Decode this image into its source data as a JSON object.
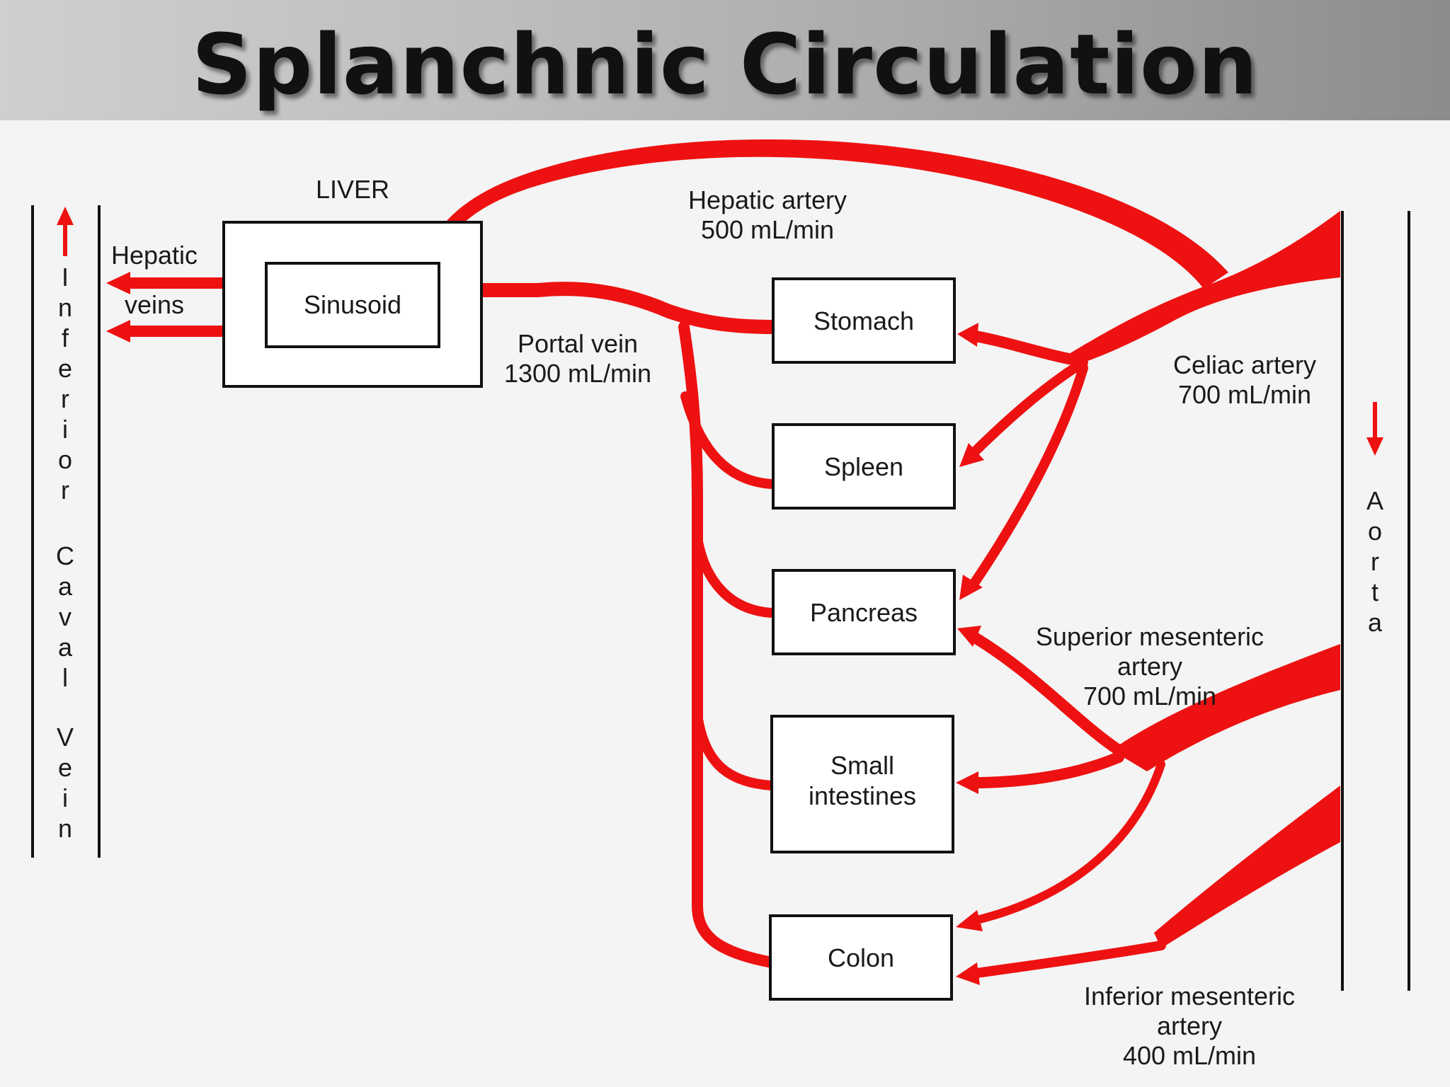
{
  "title": "Splanchnic Circulation",
  "colors": {
    "vessel": "#ee1111",
    "box_stroke": "#111111",
    "title_bar": "#a9a9a9"
  },
  "liver": {
    "label": "LIVER",
    "inner_label": "Sinusoid"
  },
  "hepatic_veins": {
    "line1": "Hepatic",
    "line2": "veins"
  },
  "hepatic_artery": {
    "name": "Hepatic artery",
    "flow": "500 mL/min"
  },
  "portal_vein": {
    "name": "Portal vein",
    "flow": "1300 mL/min"
  },
  "celiac_artery": {
    "name": "Celiac artery",
    "flow": "700 mL/min"
  },
  "superior_mesenteric_artery": {
    "line1": "Superior mesenteric",
    "line2": "artery",
    "flow": "700 mL/min"
  },
  "inferior_mesenteric_artery": {
    "line1": "Inferior mesenteric",
    "line2": "artery",
    "flow": "400 mL/min"
  },
  "organs": {
    "stomach": "Stomach",
    "spleen": "Spleen",
    "pancreas": "Pancreas",
    "small_intestines_1": "Small",
    "small_intestines_2": "intestines",
    "colon": "Colon"
  },
  "ivc_letters": [
    "I",
    "n",
    "f",
    "e",
    "r",
    "i",
    "o",
    "r",
    "C",
    "a",
    "v",
    "a",
    "l",
    "V",
    "e",
    "i",
    "n"
  ],
  "aorta_letters": [
    "A",
    "o",
    "r",
    "t",
    "a"
  ]
}
